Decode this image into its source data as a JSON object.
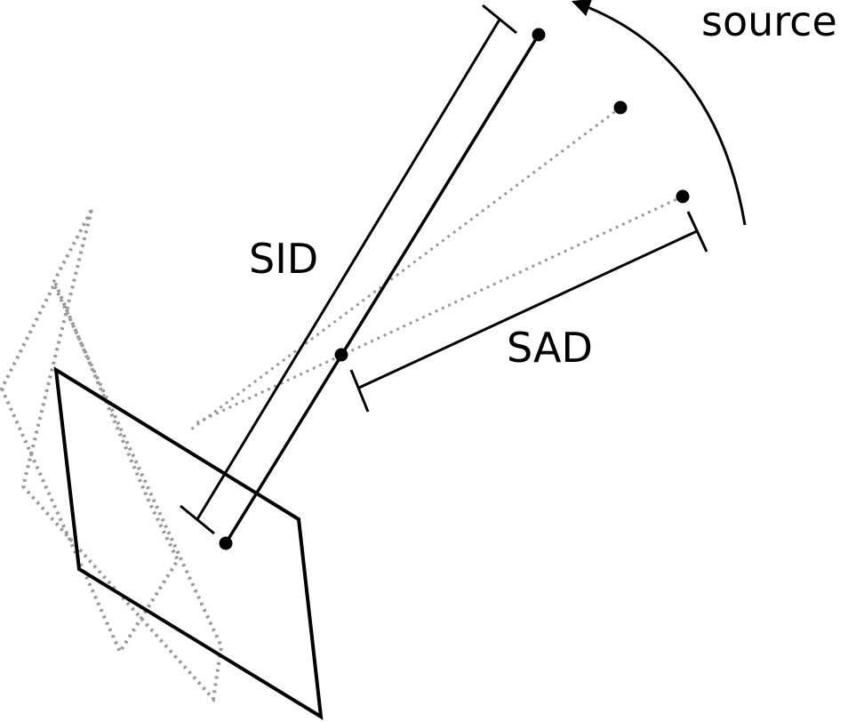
{
  "labels": {
    "source": "source",
    "sid": "SID",
    "sad": "SAD"
  },
  "colors": {
    "ink": "#000000",
    "ghost": "#9a9a9a",
    "background": "#ffffff"
  }
}
